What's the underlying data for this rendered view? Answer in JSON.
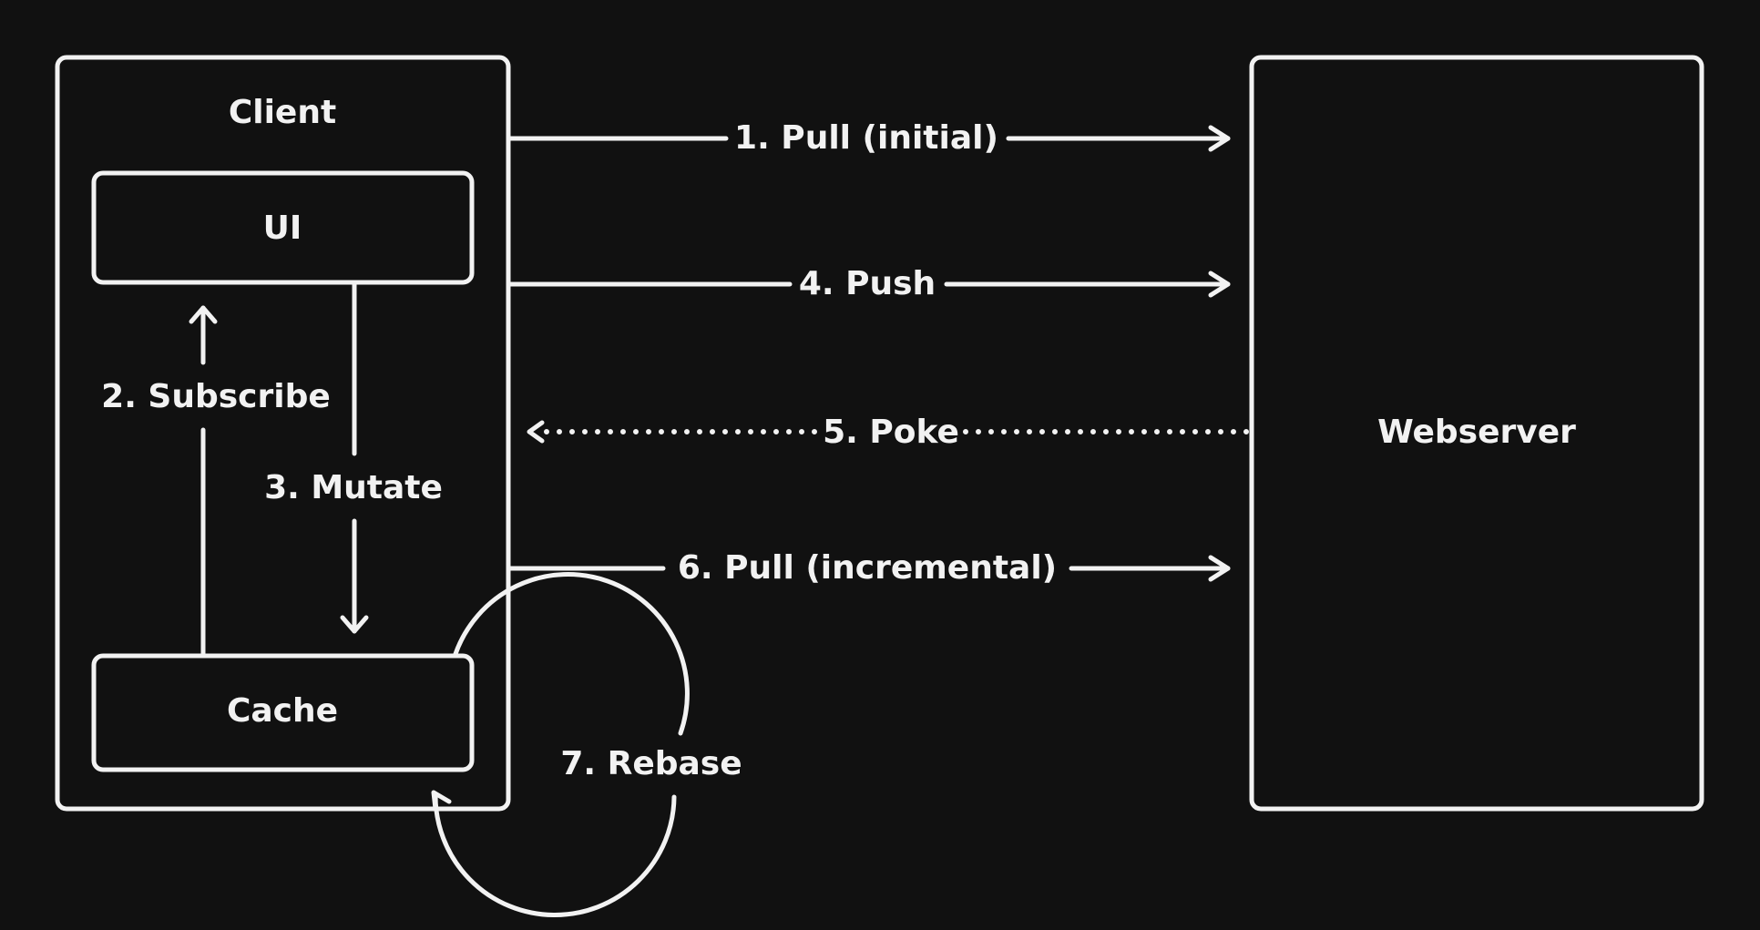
{
  "diagram": {
    "title": "Client-Webserver sync flow",
    "colors": {
      "background": "#111111",
      "stroke": "#f2f2f2"
    },
    "nodes": {
      "client": {
        "label": "Client"
      },
      "ui": {
        "label": "UI"
      },
      "cache": {
        "label": "Cache"
      },
      "webserver": {
        "label": "Webserver"
      }
    },
    "edges": [
      {
        "id": "pull-initial",
        "label": "1. Pull (initial)",
        "from": "Client",
        "to": "Webserver",
        "style": "solid"
      },
      {
        "id": "subscribe",
        "label": "2. Subscribe",
        "from": "Cache",
        "to": "UI",
        "style": "solid"
      },
      {
        "id": "mutate",
        "label": "3. Mutate",
        "from": "UI",
        "to": "Cache",
        "style": "solid"
      },
      {
        "id": "push",
        "label": "4. Push",
        "from": "Client",
        "to": "Webserver",
        "style": "solid"
      },
      {
        "id": "poke",
        "label": "5. Poke",
        "from": "Webserver",
        "to": "Client",
        "style": "dotted"
      },
      {
        "id": "pull-incremental",
        "label": "6. Pull (incremental)",
        "from": "Client",
        "to": "Webserver",
        "style": "solid"
      },
      {
        "id": "rebase",
        "label": "7. Rebase",
        "from": "Cache",
        "to": "Cache",
        "style": "solid"
      }
    ]
  }
}
